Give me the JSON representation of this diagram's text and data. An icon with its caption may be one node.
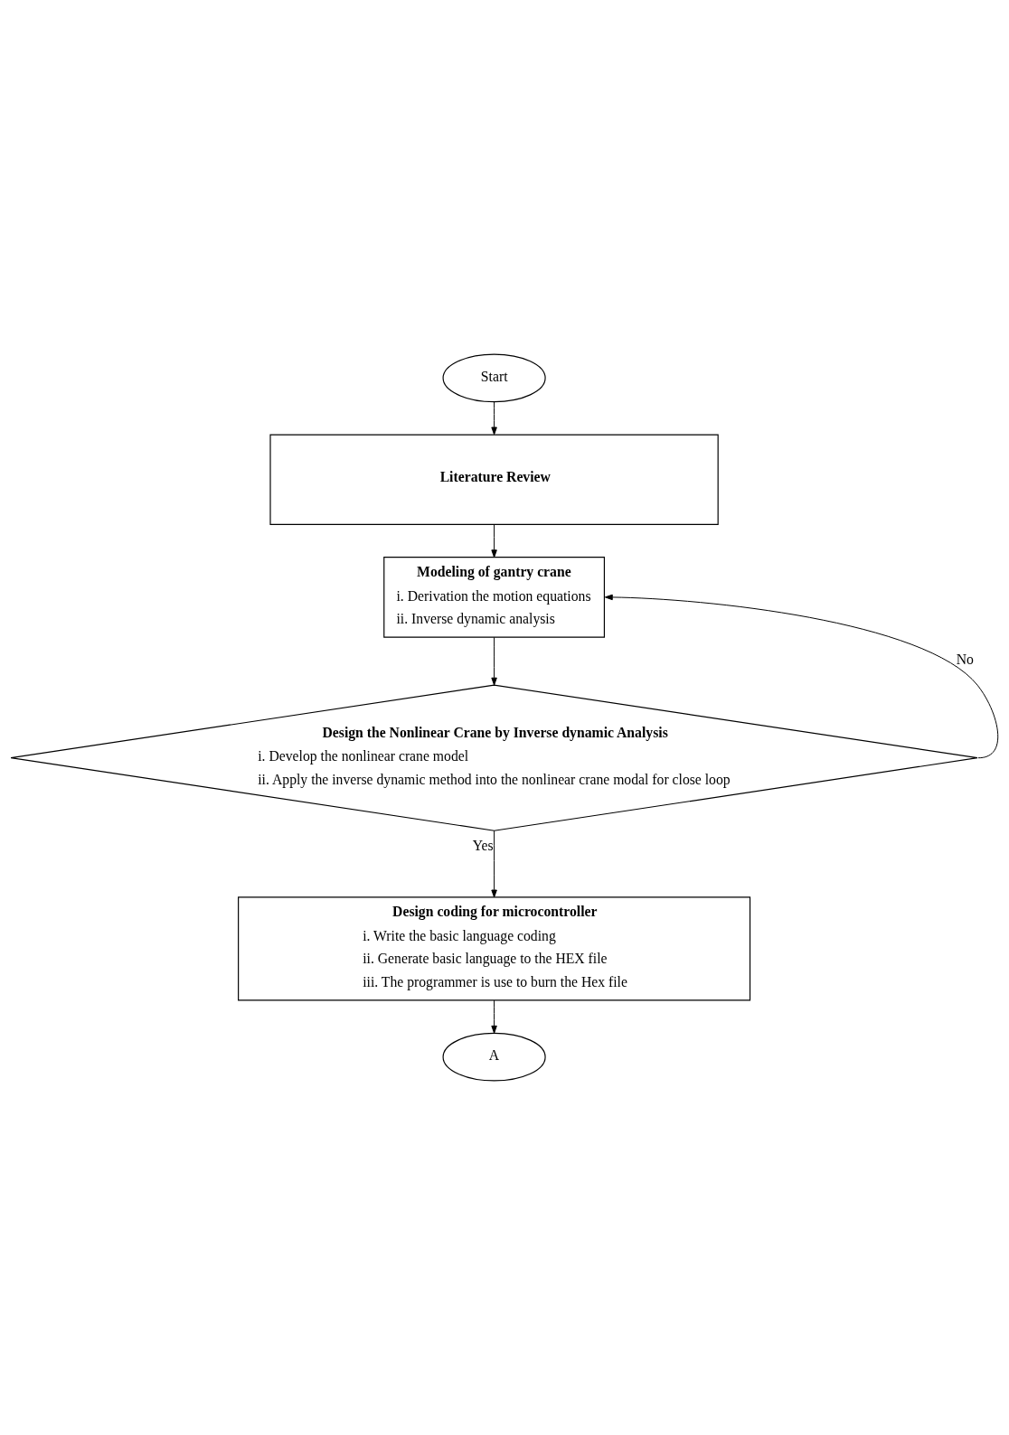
{
  "diagram": {
    "nodes": [
      {
        "text": [
          "Start"
        ]
      },
      {
        "text": [
          "Literature Review"
        ]
      },
      {
        "text": [
          "Modeling of gantry crane",
          "i. Derivation the motion equations",
          "ii. Inverse dynamic analysis"
        ]
      },
      {
        "text": [
          "Design the Nonlinear Crane by Inverse dynamic Analysis",
          "i. Develop the nonlinear crane model",
          "ii. Apply the inverse dynamic method into the nonlinear crane modal for close loop"
        ]
      },
      {
        "text": [
          "Design coding for microcontroller",
          "i. Write the basic language coding",
          "ii. Generate basic language to the HEX file",
          "iii. The programmer is use to burn the Hex file"
        ]
      },
      {
        "text": [
          "A"
        ]
      }
    ],
    "edges": [
      {
        "from": 0,
        "to": 1,
        "arrow": "to"
      },
      {
        "from": 1,
        "to": 2,
        "arrow": "to"
      },
      {
        "from": 2,
        "to": 3,
        "arrow": "to"
      },
      {
        "from": 3,
        "to": 2,
        "arrow": "to",
        "label": "No"
      },
      {
        "from": 3,
        "to": 4,
        "arrow": "to",
        "label": "Yes"
      },
      {
        "from": 4,
        "to": 5,
        "arrow": "to"
      }
    ]
  }
}
